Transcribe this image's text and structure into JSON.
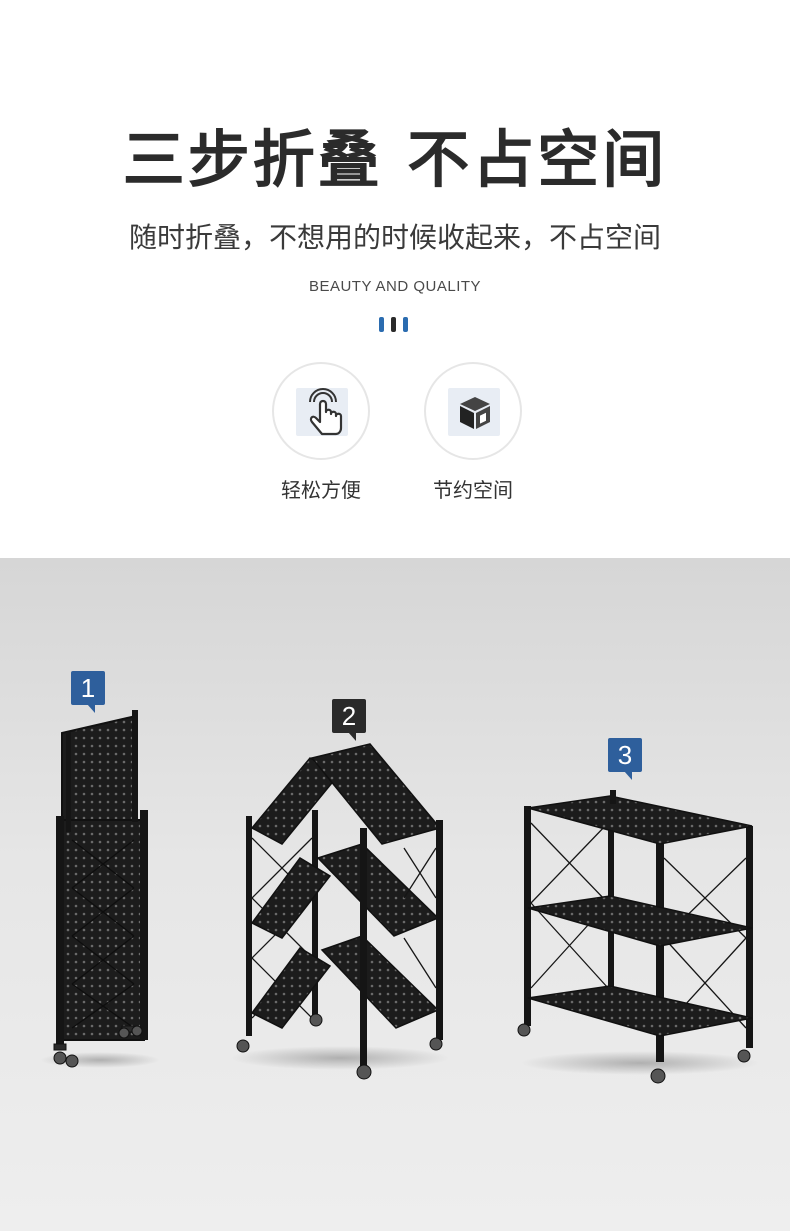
{
  "header": {
    "title": "三步折叠 不占空间",
    "subtitle": "随时折叠，不想用的时候收起来，不占空间",
    "tagline": "BEAUTY AND QUALITY"
  },
  "accent_colors": [
    "#2b6cb0",
    "#2b2b2b",
    "#2b6cb0"
  ],
  "features": [
    {
      "label": "轻松方便",
      "icon": "tap-hand-icon"
    },
    {
      "label": "节约空间",
      "icon": "cube-box-icon"
    }
  ],
  "steps": [
    {
      "number": "1",
      "color": "#2e5f9c"
    },
    {
      "number": "2",
      "color": "#2a2a2a"
    },
    {
      "number": "3",
      "color": "#2e5f9c"
    }
  ]
}
